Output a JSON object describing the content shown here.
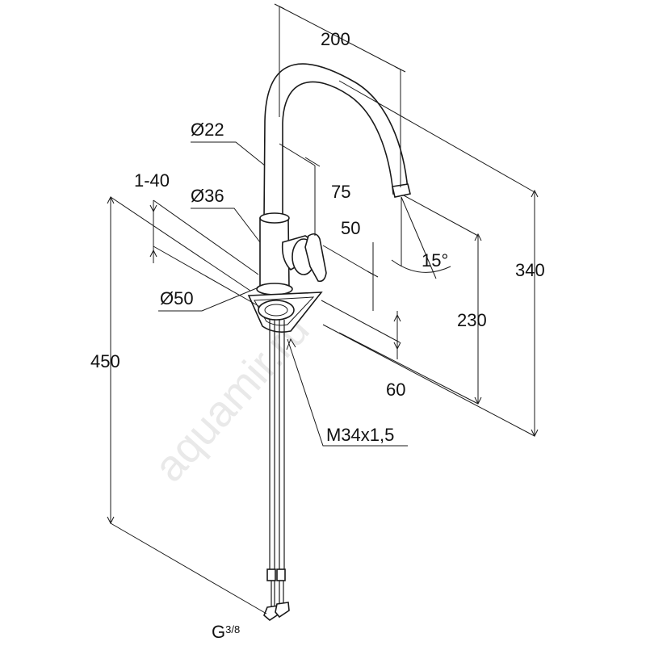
{
  "dimensions": {
    "width_top": "200",
    "pipe_diameter": "Ø22",
    "spout_offset": "75",
    "clamp_range": "1-40",
    "body_diameter": "Ø36",
    "lever_height": "50",
    "spout_angle": "15°",
    "total_height": "340",
    "base_diameter": "Ø50",
    "outlet_height": "230",
    "hose_length": "450",
    "base_height": "60",
    "thread": "M34x1,5",
    "connection_main": "G",
    "connection_sup": "3/8"
  },
  "watermark": "aquamir.ru",
  "colors": {
    "line": "#1a1a1a",
    "background": "#ffffff",
    "watermark": "#d8d8d8"
  }
}
